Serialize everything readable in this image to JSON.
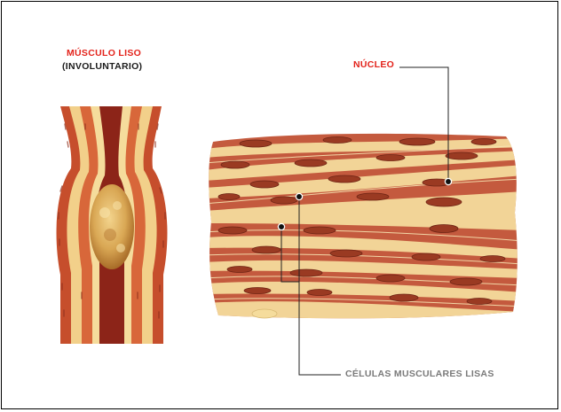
{
  "figure": {
    "title_line1": "MÚSCULO LISO",
    "title_line2": "(INVOLUNTARIO)",
    "label_nucleus": "NÚCLEO",
    "label_cells": "CÉLULAS MUSCULARES LISAS"
  },
  "colors": {
    "accent_red": "#e3231b",
    "muscle_red": "#b8452e",
    "fiber_cream": "#f5dc9c",
    "nucleus": "#9a3a22",
    "label_gray": "#7a7a7a",
    "border": "#000000"
  }
}
